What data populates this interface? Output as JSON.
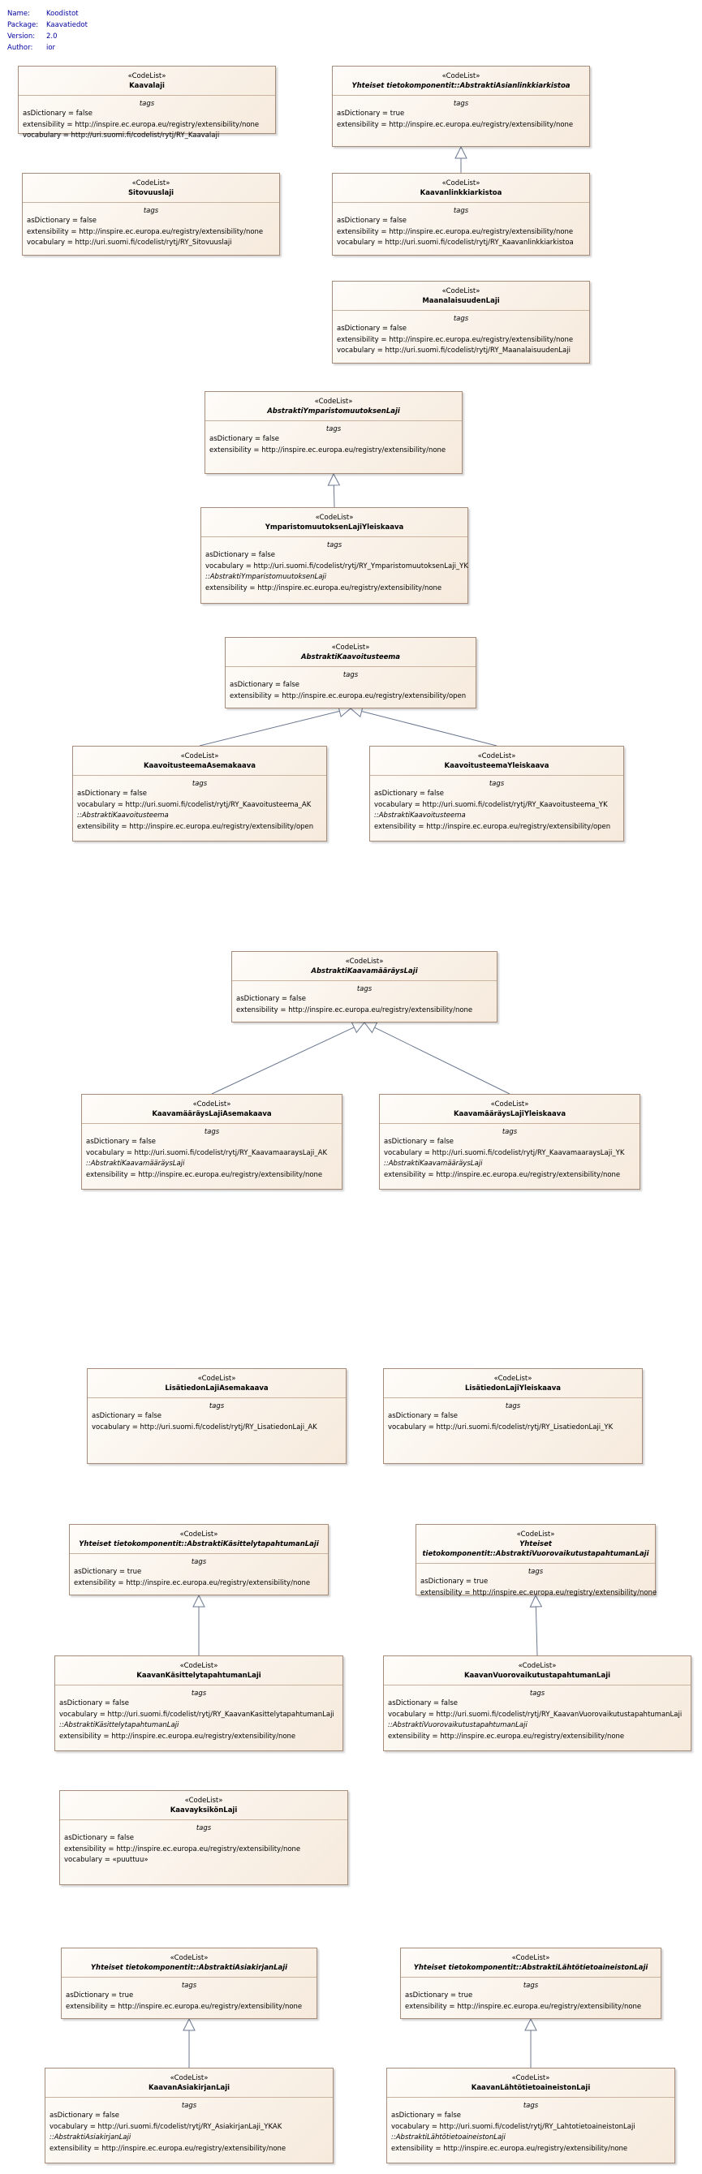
{
  "meta": [
    {
      "key": "Name:",
      "value": "Koodistot"
    },
    {
      "key": "Package:",
      "value": "Kaavatiedot"
    },
    {
      "key": "Version:",
      "value": "2.0"
    },
    {
      "key": "Author:",
      "value": "ior"
    }
  ],
  "stereotype": "«CodeList»",
  "tags_label": "tags",
  "classes": [
    {
      "id": "kaavalaji",
      "name": "Kaavalaji",
      "abstract": false,
      "props": [
        "asDictionary = false",
        "extensibility = http://inspire.ec.europa.eu/registry/extensibility/none",
        "vocabulary = http://uri.suomi.fi/codelist/rytj/RY_Kaavalaji"
      ]
    },
    {
      "id": "abs_linkki",
      "name": "Yhteiset tietokomponentit::AbstraktiAsianLinkkiarkistoa",
      "display": "Yhteiset tietokomponentit::AbstraktiAsianlinkkiarkistoa",
      "abstract": true,
      "props": [
        "asDictionary = true",
        "extensibility = http://inspire.ec.europa.eu/registry/extensibility/none"
      ]
    },
    {
      "id": "sitovuus",
      "name": "Sitovuuslaji",
      "abstract": false,
      "props": [
        "asDictionary = false",
        "extensibility = http://inspire.ec.europa.eu/registry/extensibility/none",
        "vocabulary = http://uri.suomi.fi/codelist/rytj/RY_Sitovuuslaji"
      ]
    },
    {
      "id": "kaavan_linkki",
      "name": "Kaavanlinkkiarkistoa",
      "display": "Kaavanlinkkiarkistoa",
      "abstract": false,
      "props": [
        "asDictionary = false",
        "extensibility = http://inspire.ec.europa.eu/registry/extensibility/none",
        "vocabulary = http://uri.suomi.fi/codelist/rytj/RY_Kaavanlinkkiarkistoa"
      ]
    },
    {
      "id": "maanalaisuus",
      "name": "MaanalaisuudenLaji",
      "abstract": false,
      "props": [
        "asDictionary = false",
        "extensibility = http://inspire.ec.europa.eu/registry/extensibility/none",
        "vocabulary = http://uri.suomi.fi/codelist/rytj/RY_MaanalaisuudenLaji"
      ]
    },
    {
      "id": "abs_ymp",
      "name": "AbstraktiYmparistomuutoksenLaji",
      "abstract": true,
      "props": [
        "asDictionary = false",
        "extensibility = http://inspire.ec.europa.eu/registry/extensibility/none"
      ]
    },
    {
      "id": "ymp_yleis",
      "name": "YmparistomuutoksenLajiYleiskaava",
      "abstract": false,
      "props": [
        "asDictionary = false",
        "vocabulary = http://uri.suomi.fi/codelist/rytj/RY_YmparistomuutoksenLaji_YK",
        "::AbstraktiYmparistomuutoksenLaji",
        "extensibility = http://inspire.ec.europa.eu/registry/extensibility/none"
      ],
      "italic_idx": 2
    },
    {
      "id": "abs_teema",
      "name": "AbstraktiKaavoitusteema",
      "abstract": true,
      "props": [
        "asDictionary = false",
        "extensibility = http://inspire.ec.europa.eu/registry/extensibility/open"
      ]
    },
    {
      "id": "teema_asema",
      "name": "KaavoitusteemaAsemakaava",
      "abstract": false,
      "props": [
        "asDictionary = false",
        "vocabulary = http://uri.suomi.fi/codelist/rytj/RY_Kaavoitusteema_AK",
        "::AbstraktiKaavoitusteema",
        "extensibility = http://inspire.ec.europa.eu/registry/extensibility/open"
      ],
      "italic_idx": 2
    },
    {
      "id": "teema_yleis",
      "name": "KaavoitusteemaYleiskaava",
      "abstract": false,
      "props": [
        "asDictionary = false",
        "vocabulary = http://uri.suomi.fi/codelist/rytj/RY_Kaavoitusteema_YK",
        "::AbstraktiKaavoitusteema",
        "extensibility = http://inspire.ec.europa.eu/registry/extensibility/open"
      ],
      "italic_idx": 2
    },
    {
      "id": "abs_maar",
      "name": "AbstraktiKaavamääräysLaji",
      "abstract": true,
      "props": [
        "asDictionary = false",
        "extensibility = http://inspire.ec.europa.eu/registry/extensibility/none"
      ]
    },
    {
      "id": "maar_asema",
      "name": "KaavamääräysLajiAsemakaava",
      "abstract": false,
      "props": [
        "asDictionary = false",
        "vocabulary = http://uri.suomi.fi/codelist/rytj/RY_KaavamaaraysLaji_AK",
        "::AbstraktiKaavamääräysLaji",
        "extensibility = http://inspire.ec.europa.eu/registry/extensibility/none"
      ],
      "italic_idx": 2
    },
    {
      "id": "maar_yleis",
      "name": "KaavamääräysLajiYleiskaava",
      "abstract": false,
      "props": [
        "asDictionary = false",
        "vocabulary = http://uri.suomi.fi/codelist/rytj/RY_KaavamaaraysLaji_YK",
        "::AbstraktiKaavamääräysLaji",
        "extensibility = http://inspire.ec.europa.eu/registry/extensibility/none"
      ],
      "italic_idx": 2
    },
    {
      "id": "lisa_asema",
      "name": "LisätiedonLajiAsemakaava",
      "abstract": false,
      "props": [
        "asDictionary = false",
        "vocabulary = http://uri.suomi.fi/codelist/rytj/RY_LisatiedonLaji_AK"
      ]
    },
    {
      "id": "lisa_yleis",
      "name": "LisätiedonLajiYleiskaava",
      "abstract": false,
      "props": [
        "asDictionary = false",
        "vocabulary = http://uri.suomi.fi/codelist/rytj/RY_LisatiedonLaji_YK"
      ]
    },
    {
      "id": "abs_kasittely",
      "name": "Yhteiset tietokomponentit::AbstraktiKäsittelytapahtumanLaji",
      "abstract": true,
      "props": [
        "asDictionary = true",
        "extensibility = http://inspire.ec.europa.eu/registry/extensibility/none"
      ]
    },
    {
      "id": "abs_vuoro",
      "name": "Yhteiset tietokomponentit::AbstraktiVuorovaikutustapahtumanLaji",
      "abstract": true,
      "props": [
        "asDictionary = true",
        "extensibility = http://inspire.ec.europa.eu/registry/extensibility/none"
      ]
    },
    {
      "id": "kasittely",
      "name": "KaavanKäsittelytapahtumanLaji",
      "abstract": false,
      "props": [
        "asDictionary = false",
        "vocabulary = http://uri.suomi.fi/codelist/rytj/RY_KaavanKasittelytapahtumanLaji",
        "::AbstraktiKäsittelytapahtumanLaji",
        "extensibility = http://inspire.ec.europa.eu/registry/extensibility/none"
      ],
      "italic_idx": 2
    },
    {
      "id": "vuoro",
      "name": "KaavanVuorovaikutustapahtumanLaji",
      "abstract": false,
      "props": [
        "asDictionary = false",
        "vocabulary = http://uri.suomi.fi/codelist/rytj/RY_KaavanVuorovaikutustapahtumanLaji",
        "::AbstraktiVuorovaikutustapahtumanLaji",
        "extensibility = http://inspire.ec.europa.eu/registry/extensibility/none"
      ],
      "italic_idx": 2
    },
    {
      "id": "yksikko",
      "name": "KaavayksikönLaji",
      "abstract": false,
      "props": [
        "asDictionary = false",
        "extensibility = http://inspire.ec.europa.eu/registry/extensibility/none",
        "vocabulary = «puuttuu»"
      ]
    },
    {
      "id": "abs_asiakirja",
      "name": "Yhteiset tietokomponentit::AbstraktiAsiakirjanLaji",
      "abstract": true,
      "props": [
        "asDictionary = true",
        "extensibility = http://inspire.ec.europa.eu/registry/extensibility/none"
      ]
    },
    {
      "id": "abs_lahto",
      "name": "Yhteiset tietokomponentit::AbstraktiLähtötietoaineistonLaji",
      "abstract": true,
      "props": [
        "asDictionary = true",
        "extensibility = http://inspire.ec.europa.eu/registry/extensibility/none"
      ]
    },
    {
      "id": "asiakirja",
      "name": "KaavanAsiakirjanLaji",
      "abstract": false,
      "props": [
        "asDictionary = false",
        "vocabulary = http://uri.suomi.fi/codelist/rytj/RY_AsiakirjanLaji_YKAK",
        "::AbstraktiAsiakirjanLaji",
        "extensibility = http://inspire.ec.europa.eu/registry/extensibility/none"
      ],
      "italic_idx": 2
    },
    {
      "id": "lahto",
      "name": "KaavanLähtötietoaineistonLaji",
      "abstract": false,
      "props": [
        "asDictionary = false",
        "vocabulary = http://uri.suomi.fi/codelist/rytj/RY_LahtotietoaineistonLaji",
        "::AbstraktiLähtötietoaineistonLaji",
        "extensibility = http://inspire.ec.europa.eu/registry/extensibility/none"
      ],
      "italic_idx": 2
    }
  ],
  "generalizations": [
    {
      "from": "kaavan_linkki",
      "to": "abs_linkki"
    },
    {
      "from": "ymp_yleis",
      "to": "abs_ymp"
    },
    {
      "from": "teema_asema",
      "to": "abs_teema"
    },
    {
      "from": "teema_yleis",
      "to": "abs_teema"
    },
    {
      "from": "maar_asema",
      "to": "abs_maar"
    },
    {
      "from": "maar_yleis",
      "to": "abs_maar"
    },
    {
      "from": "kasittely",
      "to": "abs_kasittely"
    },
    {
      "from": "vuoro",
      "to": "abs_vuoro"
    },
    {
      "from": "asiakirja",
      "to": "abs_asiakirja"
    },
    {
      "from": "lahto",
      "to": "abs_lahto"
    }
  ]
}
